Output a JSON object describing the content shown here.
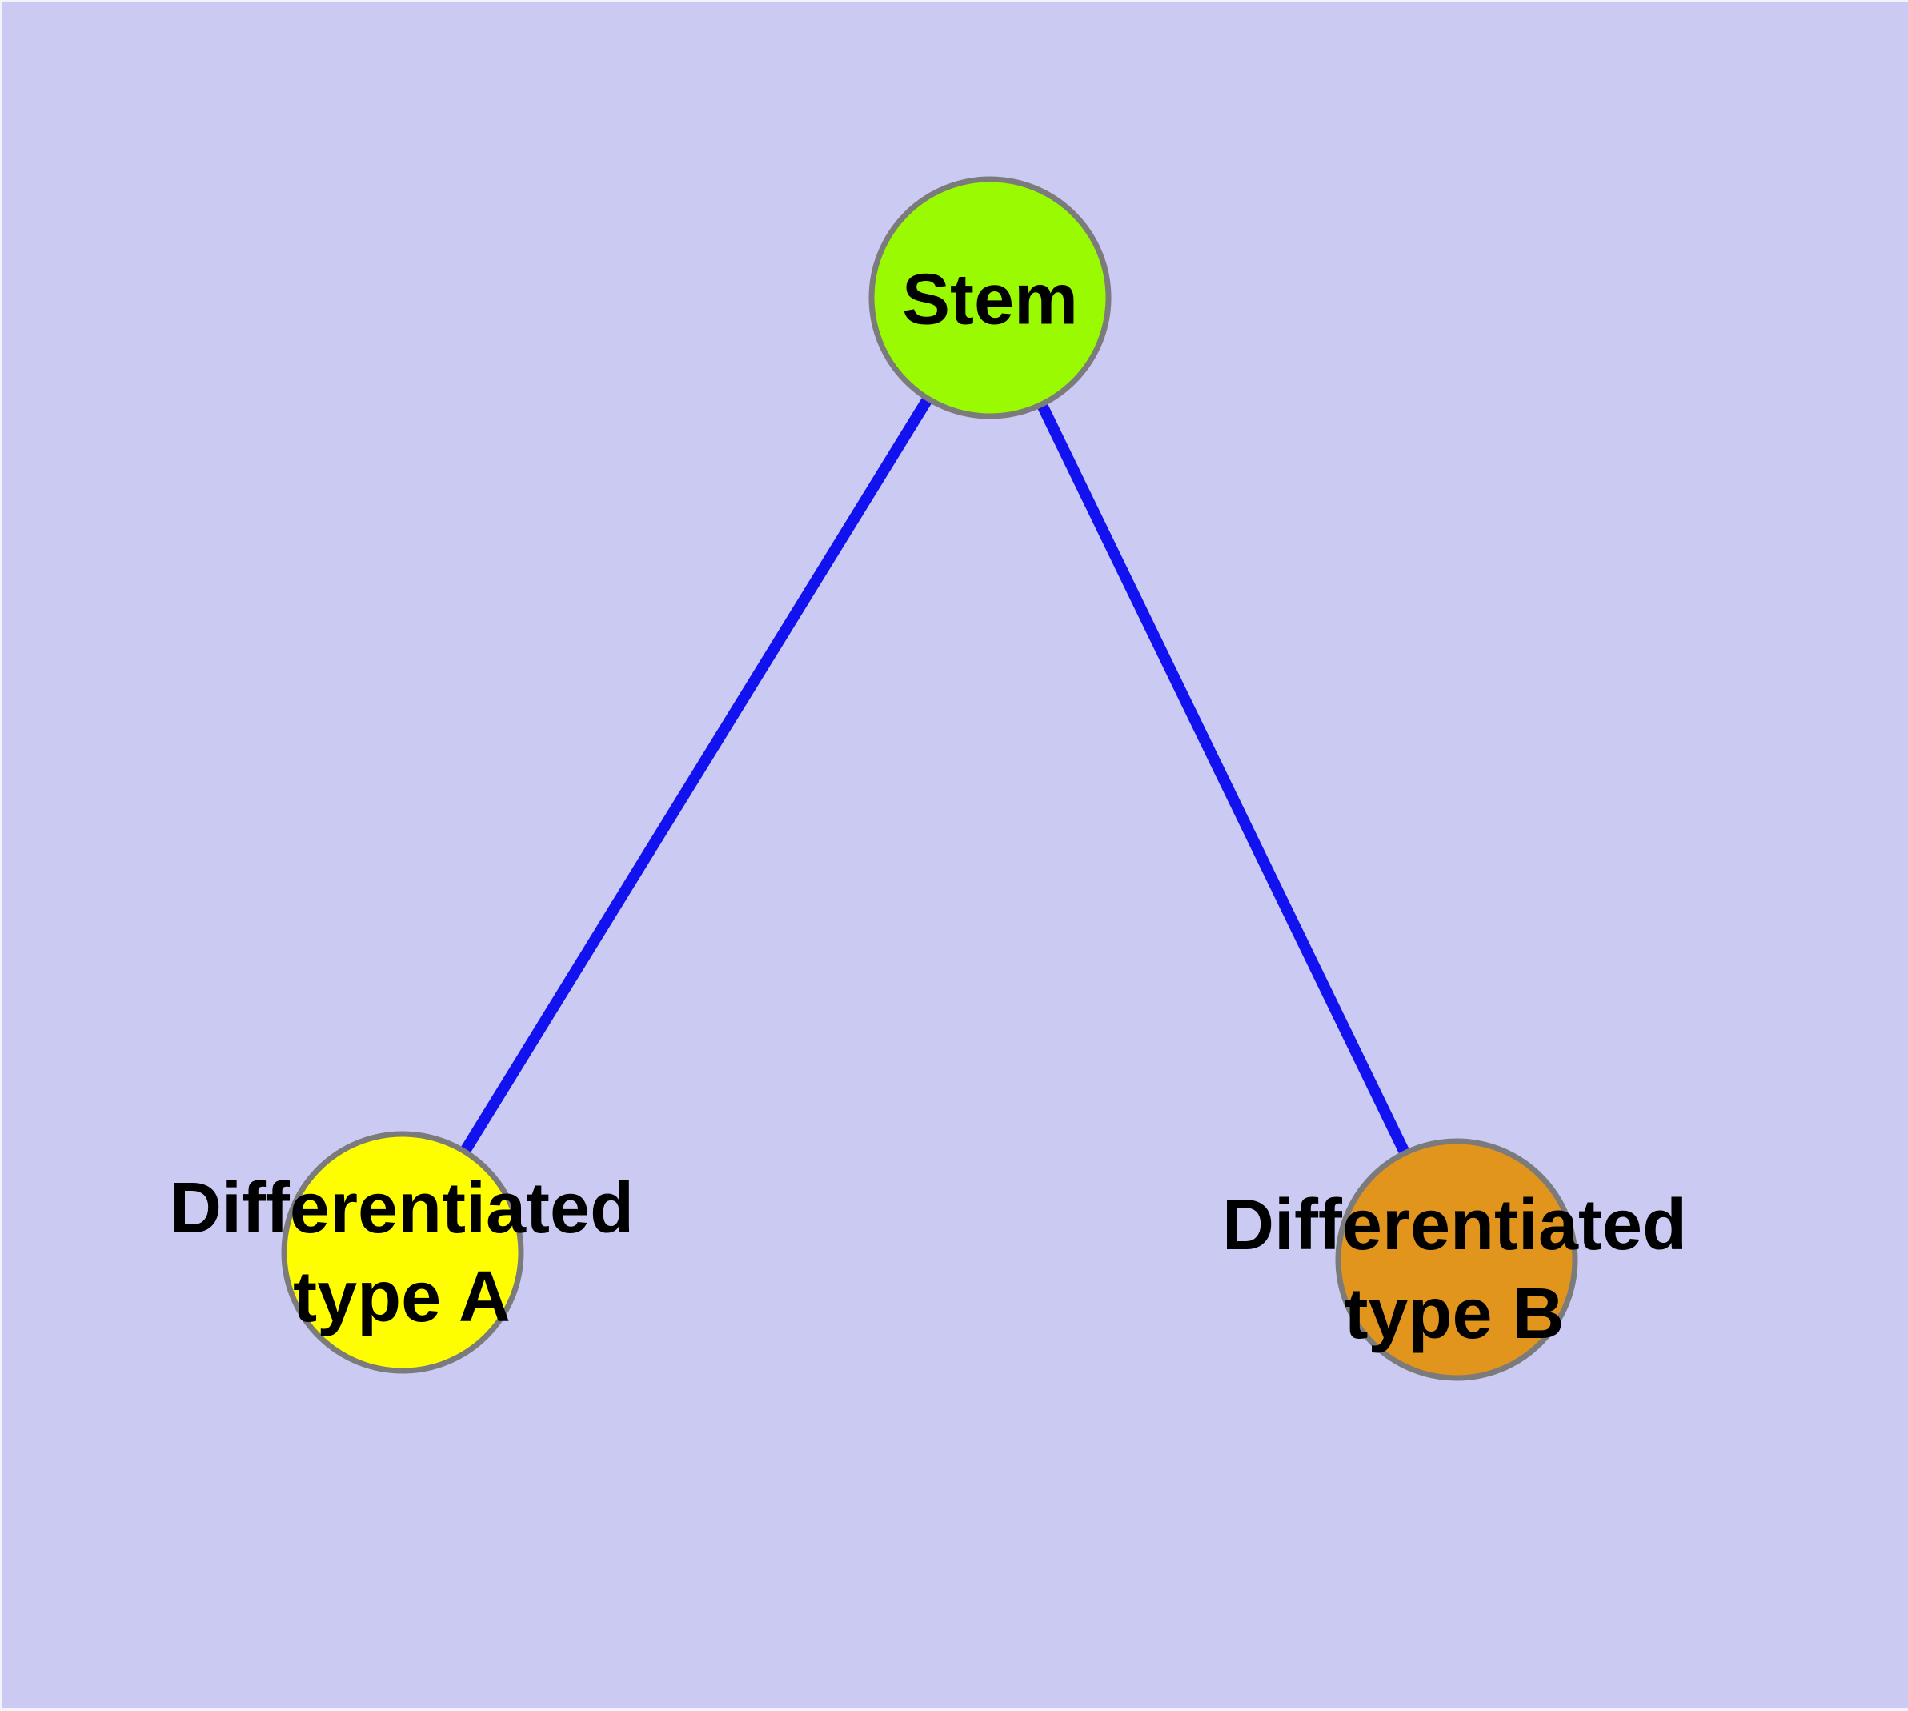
{
  "canvas": {
    "background": "#cacaf3",
    "window_edge_color": "#f3f3fc"
  },
  "colors": {
    "edge": "#1212f0",
    "node_border": "#7b7b7b",
    "label_text": "#000000"
  },
  "nodes": {
    "stem": {
      "line1": "Stem",
      "line2": "",
      "fill": "#99fa02"
    },
    "diff_a": {
      "line1": "Differentiated",
      "line2": "type A",
      "fill": "#fefe00"
    },
    "diff_b": {
      "line1": "Differentiated",
      "line2": "type B",
      "fill": "#e2951d"
    }
  },
  "edges": [
    {
      "name": "stem-to-type-a",
      "from": "Stem",
      "to": "Differentiated type A"
    },
    {
      "name": "stem-to-type-b",
      "from": "Stem",
      "to": "Differentiated type B"
    }
  ]
}
